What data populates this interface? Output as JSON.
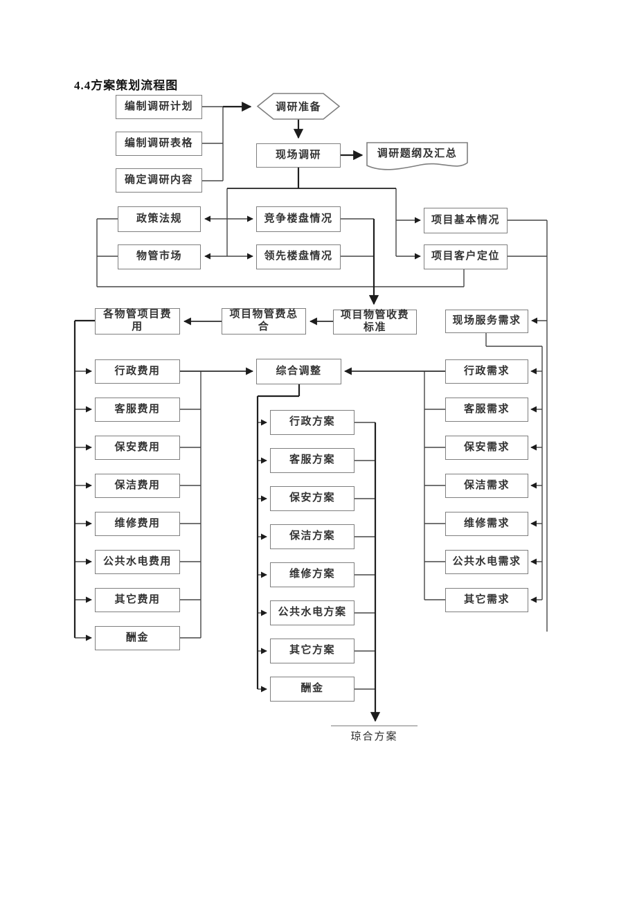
{
  "page": {
    "title": "4.4方案策划流程图"
  },
  "flow": {
    "prep_steps": [
      "编制调研计划",
      "编制调研表格",
      "确定调研内容"
    ],
    "prep_hexagon": "调研准备",
    "field_research": "现场调研",
    "research_doc": "调研题纲及汇总",
    "env_boxes": [
      "政策法规",
      "物管市场"
    ],
    "market_boxes": [
      "竞争楼盘情况",
      "领先楼盘情况"
    ],
    "project_boxes": [
      "项目基本情况",
      "项目客户定位"
    ],
    "fee_items_total": "各物管项目费用",
    "pm_fee_total": "项目物管费总合",
    "fee_standard": "项目物管收费标准",
    "service_demand": "现场服务需求",
    "adjust": "综合调整",
    "fees": [
      "行政费用",
      "客服费用",
      "保安费用",
      "保洁费用",
      "维修费用",
      "公共水电费用",
      "其它费用",
      "酬金"
    ],
    "plans": [
      "行政方案",
      "客服方案",
      "保安方案",
      "保洁方案",
      "维修方案",
      "公共水电方案",
      "其它方案",
      "酬金"
    ],
    "demands": [
      "行政需求",
      "客服需求",
      "保安需求",
      "保洁需求",
      "维修需求",
      "公共水电需求",
      "其它需求"
    ],
    "final_output": "琼合方案"
  },
  "colors": {
    "line": "#454545",
    "line_dark": "#1e1e1e",
    "border": "#7e7e7e"
  }
}
